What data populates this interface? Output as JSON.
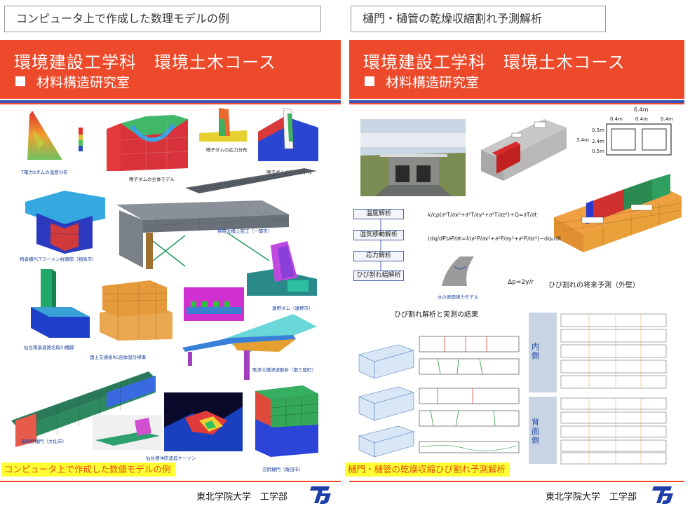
{
  "left": {
    "title": "コンピュータ上で作成した数理モデルの例",
    "banner_line1": "環境建設工学科　環境土木コース",
    "banner_line2": "材料構造研究室",
    "labels": {
      "dam_temp": "T電力Sダムの温度分布",
      "naruko_full": "鳴子ダムの全体モデル",
      "naruko_stress": "鳴子ダムの応力分布",
      "naruko_section": "鳴子ダムの断面モデル",
      "pct_pier": "物者橋PCTラーメン柱頭部（相馬市）",
      "bridge_deck": "祭時大橋上部工（一関市）",
      "tono_dam": "遠野ダム（遠野市）",
      "sendai_road": "仙台南部道路名取川橋脚",
      "mlit_rc": "国土交通省RC函体設計標準",
      "utatsu_bridge": "歌津大橋津波解析（南三陸町）",
      "shinzaki_gate": "真崎野樋門（大仙市）",
      "sendai_port": "仙台港沖防波堤ケーソン",
      "numajiri_gate": "沼尻樋門（角田市）"
    },
    "caption": "コンピュータ上で作成した数値モデルの例",
    "footer": "東北学院大学　工学部"
  },
  "right": {
    "title": "樋門・樋管の乾燥収縮割れ予測解析",
    "banner_line1": "環境建設工学科　環境土木コース",
    "banner_line2": "材料構造研究室",
    "flow": [
      "温度解析",
      "湿気移動解析",
      "応力解析",
      "ひび割れ幅解析"
    ],
    "eq1": "k/cρ(∂²T/∂x²+∂²T/∂y²+∂²T/∂z²)+Q=∂T/∂t",
    "eq2": "(dq/dP)∂P/∂t=λ(∂²P/∂x²+∂²P/∂y²+∂²P/∂z²)−dq₀/dt",
    "eq3": "Δp=2γ/r",
    "water_model": "水の表面張力モデル",
    "section_dims": {
      "width": "6.4m",
      "wall1": "0.4m",
      "cell1": "0.4m",
      "cell2": "0.4m",
      "height": "3.4m",
      "top": "0.5m",
      "mid": "2.4m",
      "bottom": "0.5m"
    },
    "crack_results_title": "ひび割れ解析と実測の結果",
    "future_title": "ひび割れの将来予測（外壁）",
    "inner_label": "内側",
    "back_label": "背面側",
    "caption": "樋門・樋管の乾燥収縮ひび割れ予測解析",
    "footer": "東北学院大学　工学部"
  },
  "logo_text": "TG",
  "colors": {
    "banner": "#ec4a2a",
    "stripe": "#3a55b5",
    "caption_bg": "#ffff33",
    "caption_text": "#e05010",
    "logo": "#1f3fa8"
  }
}
